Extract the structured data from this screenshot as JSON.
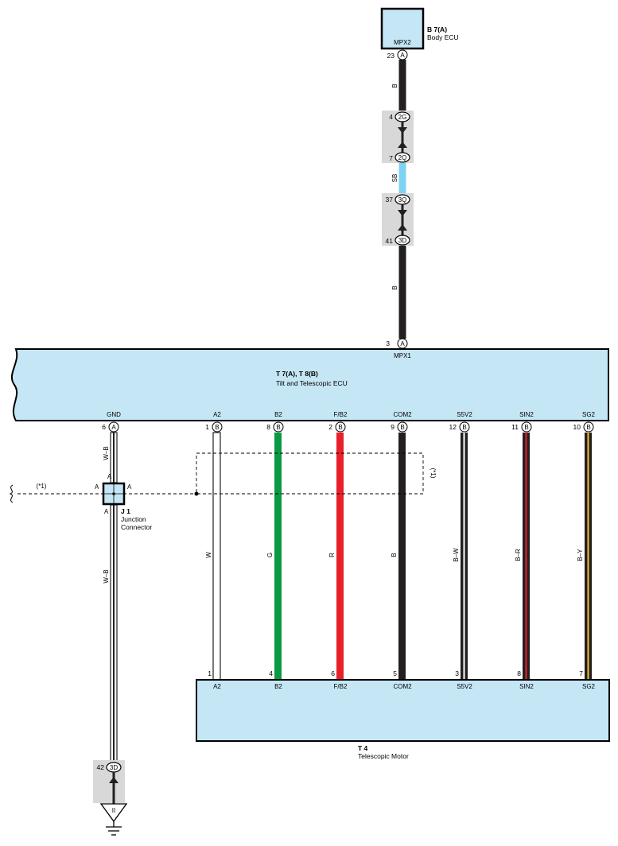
{
  "body_ecu": {
    "code": "B 7(A)",
    "name": "Body ECU",
    "pin_label": "MPX2",
    "pin_num": "23",
    "conn": "A"
  },
  "mpx_wire": {
    "color_top": "B",
    "color_mid": "SB",
    "color_bot": "B"
  },
  "junctions": [
    {
      "pin": "4",
      "conn": "2G"
    },
    {
      "pin": "7",
      "conn": "2Q"
    },
    {
      "pin": "37",
      "conn": "3Q"
    },
    {
      "pin": "41",
      "conn": "3D"
    },
    {
      "pin": "42",
      "conn": "3D"
    }
  ],
  "tilt_ecu": {
    "code": "T 7(A), T 8(B)",
    "name": "Tilt and Telescopic ECU",
    "top_pin_label": "MPX1",
    "top_pin_num": "3",
    "top_conn": "A"
  },
  "ecu_pins": [
    {
      "label": "GND",
      "num": "6",
      "conn": "A"
    },
    {
      "label": "A2",
      "num": "1",
      "conn": "B"
    },
    {
      "label": "B2",
      "num": "8",
      "conn": "B"
    },
    {
      "label": "F/B2",
      "num": "2",
      "conn": "B"
    },
    {
      "label": "COM2",
      "num": "9",
      "conn": "B"
    },
    {
      "label": "S5V2",
      "num": "12",
      "conn": "B"
    },
    {
      "label": "SIN2",
      "num": "11",
      "conn": "B"
    },
    {
      "label": "SG2",
      "num": "10",
      "conn": "B"
    }
  ],
  "wires": [
    {
      "color": "W",
      "hex": "#ffffff",
      "stripe": ""
    },
    {
      "color": "G",
      "hex": "#0a9a44",
      "stripe": ""
    },
    {
      "color": "R",
      "hex": "#e8202a",
      "stripe": ""
    },
    {
      "color": "B",
      "hex": "#231f20",
      "stripe": ""
    },
    {
      "color": "B–W",
      "hex": "#231f20",
      "stripe": "#ffffff"
    },
    {
      "color": "B–R",
      "hex": "#231f20",
      "stripe": "#e8202a"
    },
    {
      "color": "B–Y",
      "hex": "#231f20",
      "stripe": "#f2c230"
    }
  ],
  "gnd_wire": {
    "color": "W–B"
  },
  "junction_connector": {
    "code": "J 1",
    "name_line1": "Junction",
    "name_line2": "Connector",
    "letter_top": "A",
    "letter_left": "A",
    "letter_right": "A",
    "letter_bottom": "A"
  },
  "shield_note": "(*1)",
  "motor": {
    "code": "T 4",
    "name": "Telescopic Motor",
    "pins": [
      {
        "label": "A2",
        "num": "1"
      },
      {
        "label": "B2",
        "num": "4"
      },
      {
        "label": "F/B2",
        "num": "6"
      },
      {
        "label": "COM2",
        "num": "5"
      },
      {
        "label": "S5V2",
        "num": "3"
      },
      {
        "label": "SIN2",
        "num": "8"
      },
      {
        "label": "SG2",
        "num": "7"
      }
    ]
  },
  "ground": {
    "code": "II"
  },
  "colors": {
    "ecu_fill": "#c5e6f5",
    "junction_fill": "#d8d8d8",
    "wire_sb": "#7ed3f4"
  }
}
